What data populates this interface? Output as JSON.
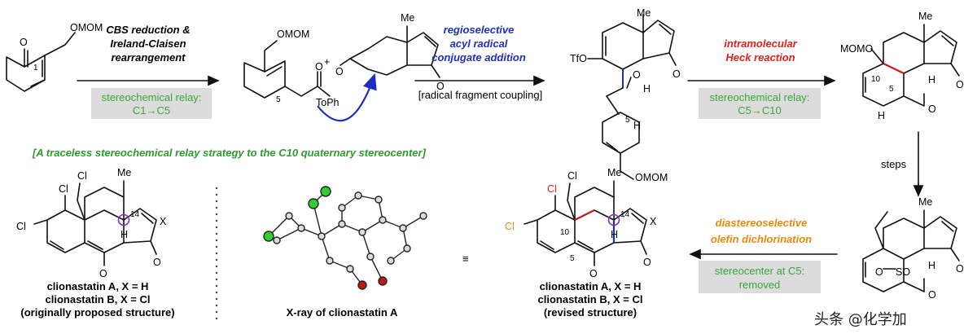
{
  "colors": {
    "blue_text": "#1f2fbf",
    "red_text": "#e0201a",
    "orange_text": "#e8890c",
    "green_text": "#2f9a2f",
    "green_box_text": "#3aa53a",
    "gray_box": "#dcdcdc",
    "purple": "#7e2fbf",
    "red_bond": "#d11818",
    "blue_bond": "#1b2ec0"
  },
  "step1": {
    "line1": "CBS reduction &",
    "line2": "Ireland-Claisen",
    "line3": "rearrangement",
    "box1": "stereochemical relay:",
    "box2": "C1→C5"
  },
  "step2": {
    "line1": "regioselective",
    "line2": "acyl radical",
    "line3": "conjugate addition",
    "note": "[radical fragment coupling]"
  },
  "step3": {
    "line1": "intramolecular",
    "line2": "Heck reaction",
    "box1": "stereochemical relay:",
    "box2": "C5→C10"
  },
  "step4": {
    "label": "steps"
  },
  "step5": {
    "line1": "diastereoselective",
    "line2": "olefin dichlorination",
    "box1": "stereocenter at C5:",
    "box2": "removed"
  },
  "strategy": "[A traceless stereochemical relay strategy to the C10 quaternary stereocenter]",
  "mol_labels": {
    "omom": "OMOM",
    "momo": "MOMO",
    "toph": "ToPh",
    "tfo": "TfO",
    "me": "Me",
    "plus": "+",
    "h": "H",
    "cl": "Cl",
    "x": "X",
    "o": "O",
    "so": "SO",
    "c1": "1",
    "c5": "5",
    "c10": "10",
    "c14": "14",
    "equiv": "≡"
  },
  "captions": {
    "left1": "clionastatin A, X = H",
    "left2": "clionastatin B, X = Cl",
    "left3": "(originally proposed structure)",
    "xray": "X-ray of clionastatin A",
    "right1": "clionastatin A, X = H",
    "right2": "clionastatin B, X = Cl",
    "right3": "(revised structure)"
  },
  "watermark": "头条 @化学加"
}
